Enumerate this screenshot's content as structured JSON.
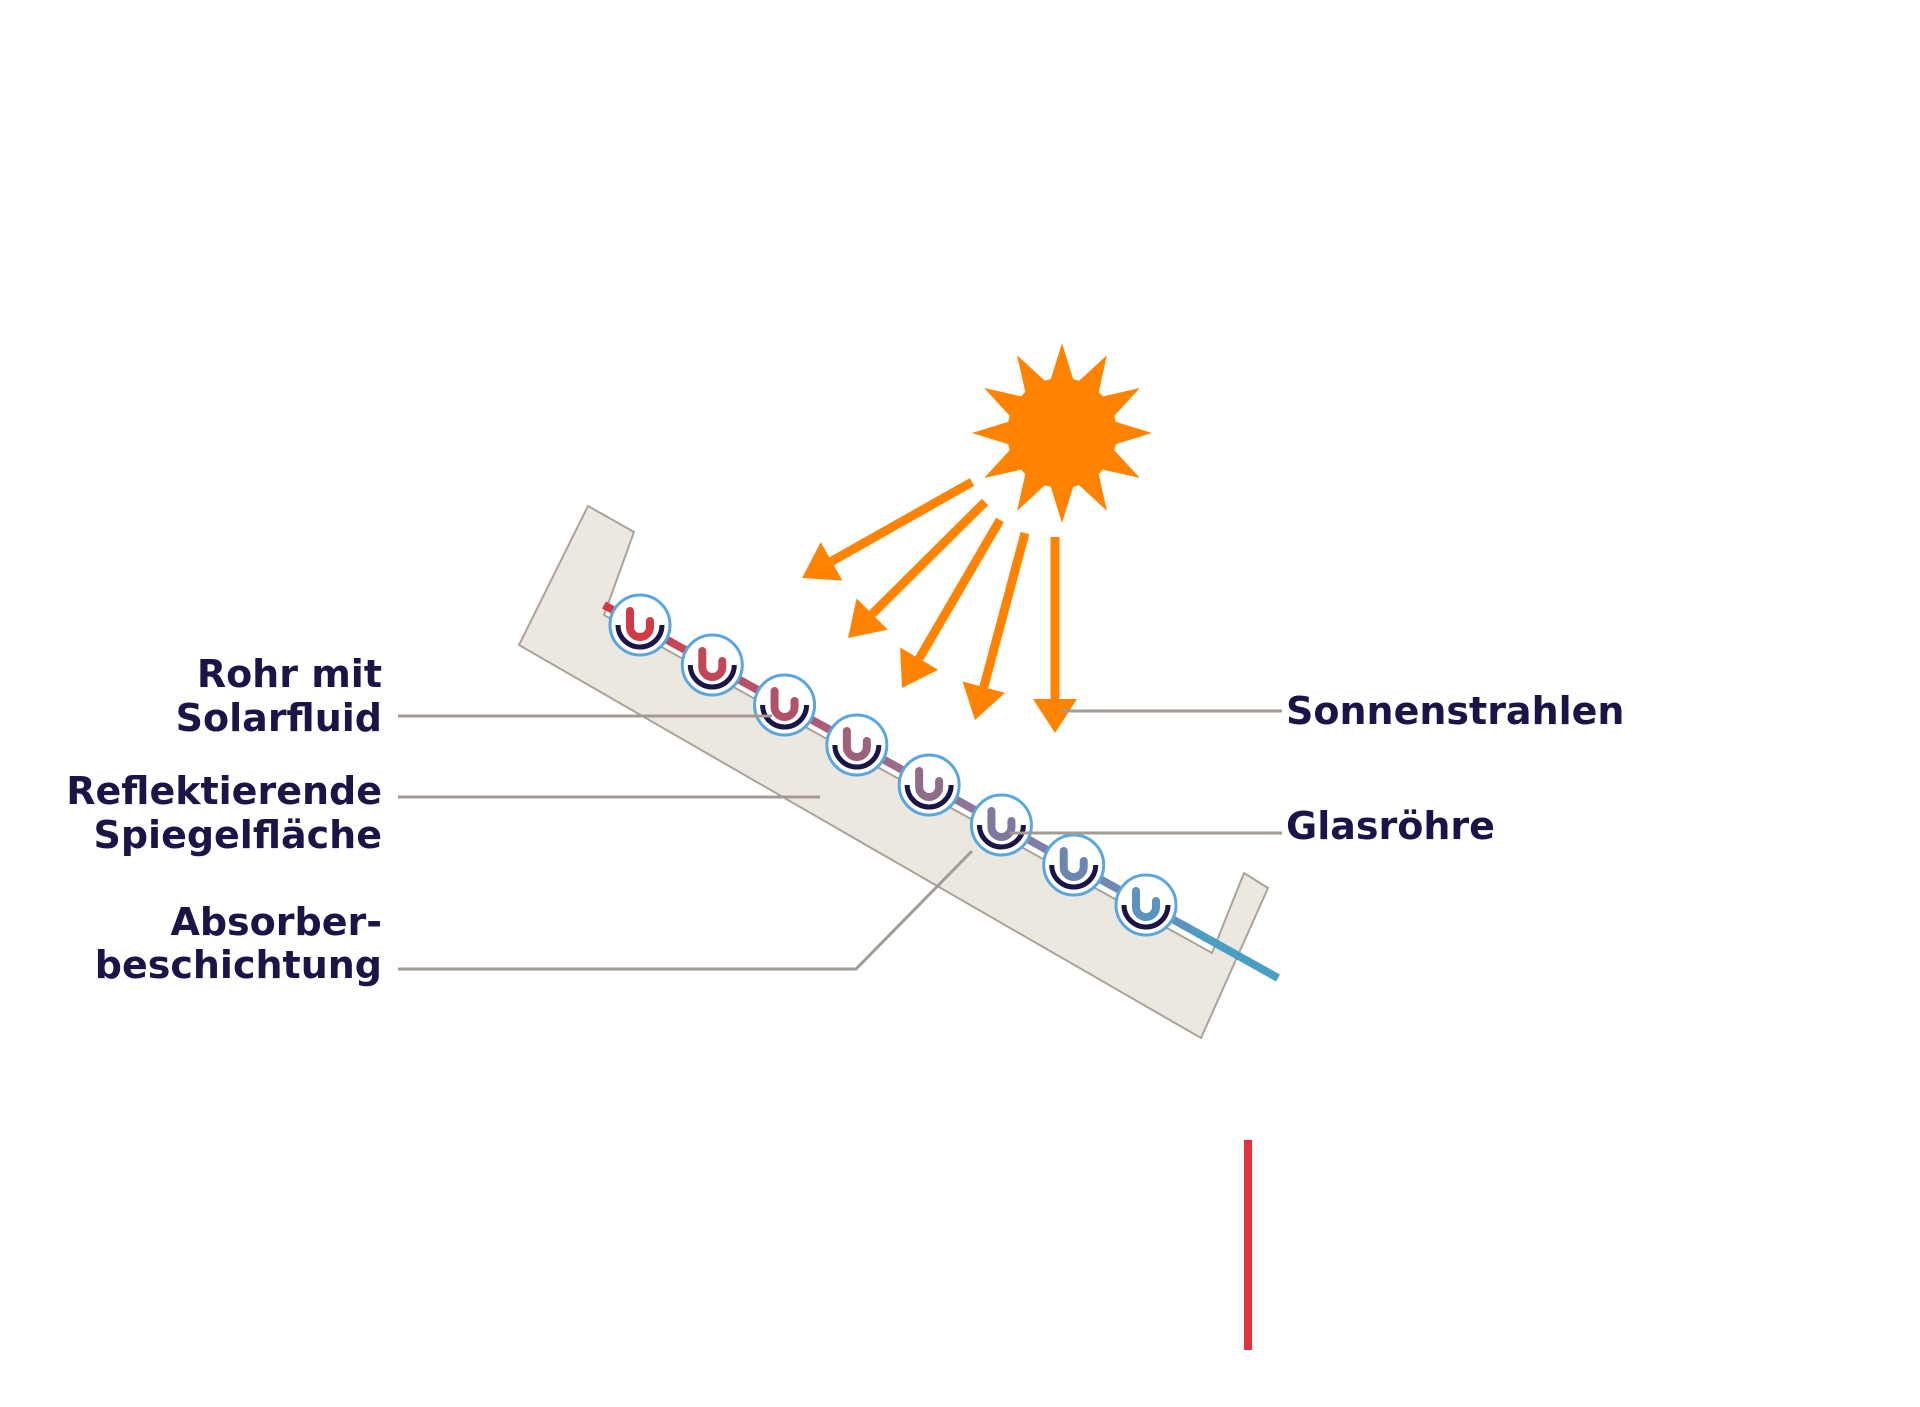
{
  "labels": {
    "rohr_line1": "Rohr mit",
    "rohr_line2": "Solarfluid",
    "spiegel_line1": "Reflektierende",
    "spiegel_line2": "Spiegelfläche",
    "absorber_line1": "Absorber-",
    "absorber_line2": "beschichtung",
    "sonnenstrahlen": "Sonnenstrahlen",
    "glasroehre": "Glasröhre"
  },
  "icons": {
    "sun": "sun-icon",
    "sunrays": "arrow-down-left-icon"
  },
  "colors": {
    "hot_pipe": "#e1343f",
    "cold_pipe": "#4a9ec4",
    "sun": "#ff8300",
    "mirror": "#ede8df",
    "mirror_outline": "#aba299",
    "glass_tube": "#5aa6dd",
    "absorber": "#1b1446",
    "text": "#1b1446",
    "leader_line": "#a39c95"
  }
}
